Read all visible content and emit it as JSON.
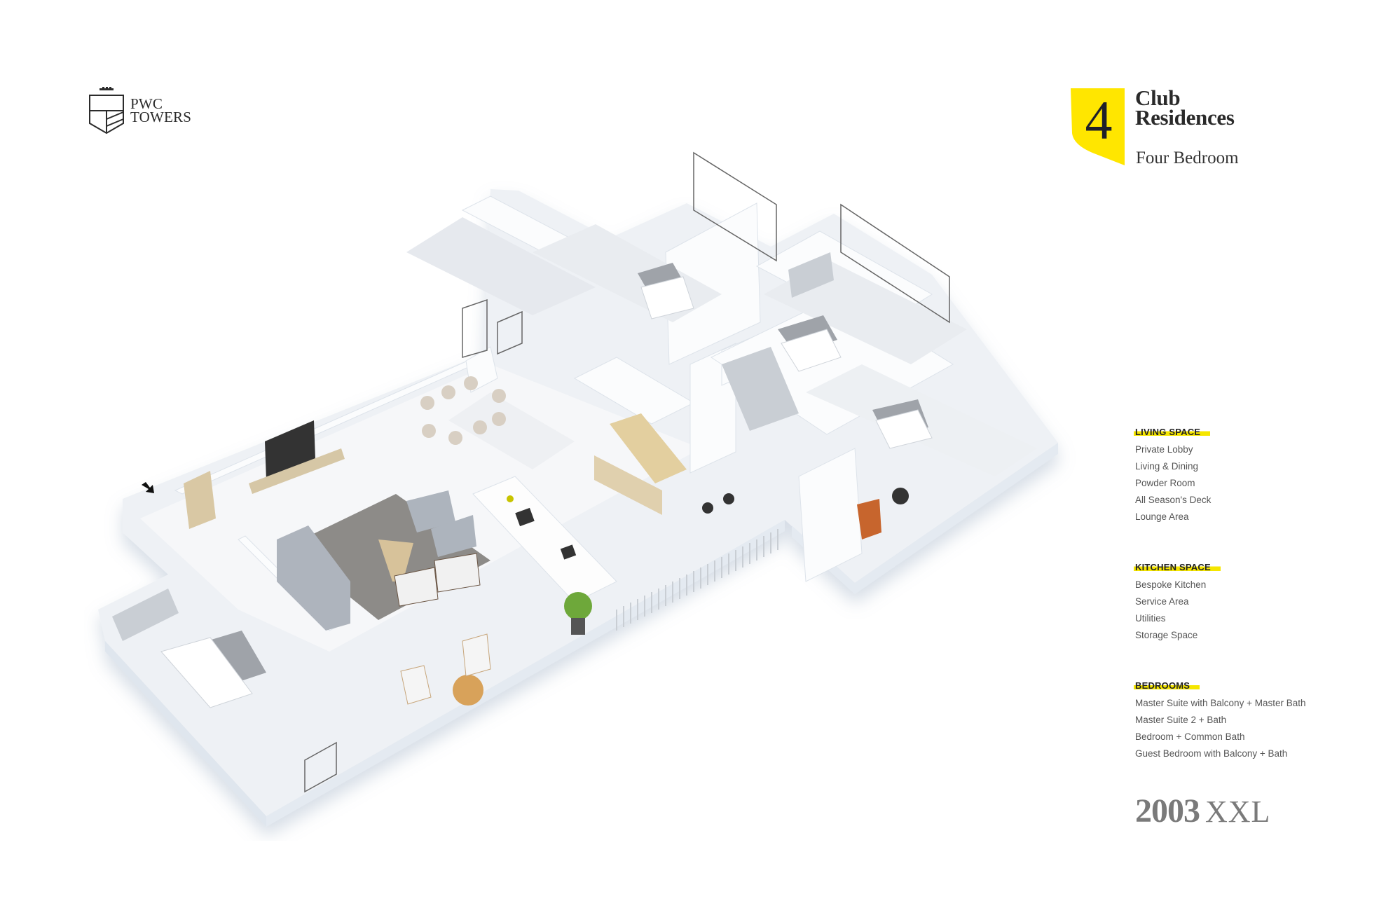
{
  "brand": {
    "logo_icon": "shield-crest-icon",
    "line1": "PWC",
    "line2": "TOWERS"
  },
  "header": {
    "badge_number": "4",
    "badge_color": "#ffe600",
    "title_line1": "Club",
    "title_line2": "Residences",
    "subtitle": "Four Bedroom"
  },
  "features": {
    "highlight_color": "#f5e600",
    "living": {
      "heading": "LIVING SPACE",
      "items": [
        "Private Lobby",
        "Living & Dining",
        "Powder Room",
        "All Season's Deck",
        "Lounge Area"
      ]
    },
    "kitchen": {
      "heading": "KITCHEN SPACE",
      "items": [
        "Bespoke Kitchen",
        "Service Area",
        "Utilities",
        "Storage Space"
      ]
    },
    "bedrooms": {
      "heading": "BEDROOMS",
      "items": [
        "Master Suite with Balcony + Master Bath",
        "Master Suite 2 + Bath",
        "Bedroom + Common Bath",
        "Guest Bedroom with Balcony + Bath"
      ]
    }
  },
  "unit": {
    "number": "2003",
    "type": "XXL"
  },
  "floor_plan": {
    "description": "Isometric 3D floor plan of four bedroom apartment",
    "entry_icon": "entry-arrow-icon"
  }
}
